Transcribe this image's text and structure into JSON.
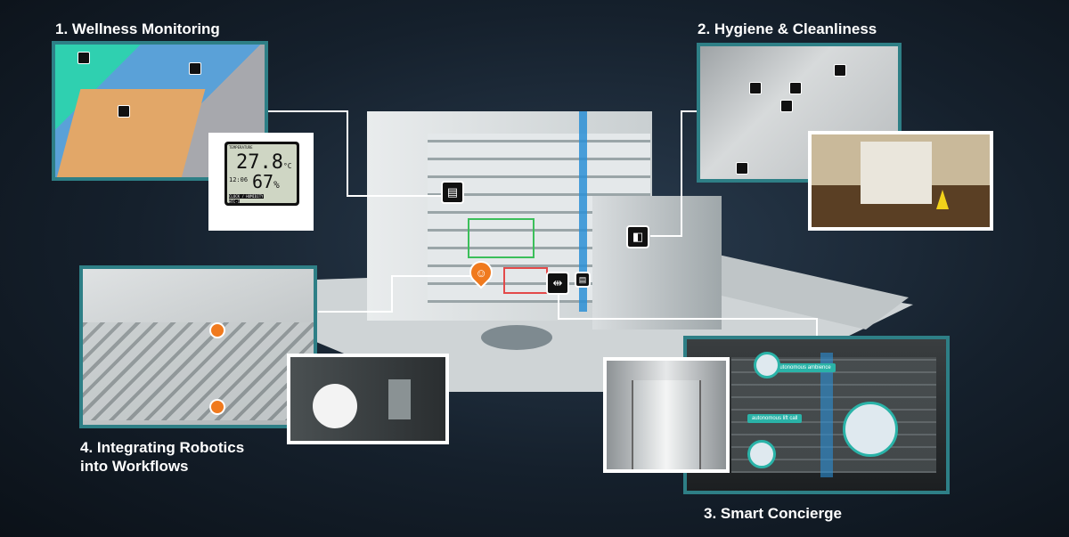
{
  "sections": [
    {
      "title": "1. Wellness Monitoring"
    },
    {
      "title": "2. Hygiene & Cleanliness"
    },
    {
      "title": "3. Smart Concierge"
    },
    {
      "title": "4. Integrating Robotics into Workflows"
    }
  ],
  "thermometer": {
    "header": "TEMPERATURE",
    "temperature": "27.8",
    "unit": "°C",
    "time": "12:06",
    "humidity": "67",
    "humidity_unit": "%",
    "footer": "CLOCK / HUMIDITY",
    "model": "HTC-1"
  },
  "concierge": {
    "tag_ambience": "autonomous ambience",
    "tag_lift": "autonomous lift call"
  },
  "colors": {
    "panel_border": "#2e7f86",
    "accent": "#2ab3a8",
    "pin_orange": "#f07a1e",
    "background": "#15202c"
  },
  "icons": [
    "sensor-icon",
    "robot-pin-icon",
    "elevator-icon",
    "restroom-icon"
  ]
}
